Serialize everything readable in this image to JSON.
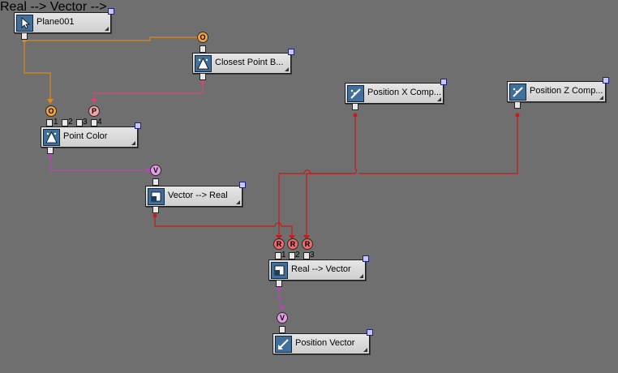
{
  "nodes": {
    "plane001": {
      "label": "Plane001",
      "icon": "pointer-icon"
    },
    "closest_point": {
      "label": "Closest Point B...",
      "icon": "triangle-icon"
    },
    "position_x": {
      "label": "Position X Comp...",
      "icon": "position-icon"
    },
    "position_z": {
      "label": "Position Z Comp...",
      "icon": "position-icon"
    },
    "point_color": {
      "label": "Point Color",
      "icon": "triangle-icon",
      "inputs": [
        "1",
        "2",
        "3",
        "4"
      ]
    },
    "vector_to_real": {
      "label": "Vector --> Real",
      "icon": "convert-icon"
    },
    "real_to_vector": {
      "label": "Real --> Vector",
      "icon": "convert-icon",
      "inputs": [
        "1",
        "2",
        "3"
      ]
    },
    "position_vector": {
      "label": "Position Vector",
      "icon": "output-icon"
    }
  },
  "plugs": {
    "object": "O",
    "position": "P",
    "vector": "V",
    "real": "R"
  },
  "colors": {
    "background": "#6f6f6f",
    "wire_orange": "#d98a1c",
    "wire_pink": "#d24a74",
    "wire_purple": "#b04ab0",
    "wire_red": "#c81818"
  }
}
